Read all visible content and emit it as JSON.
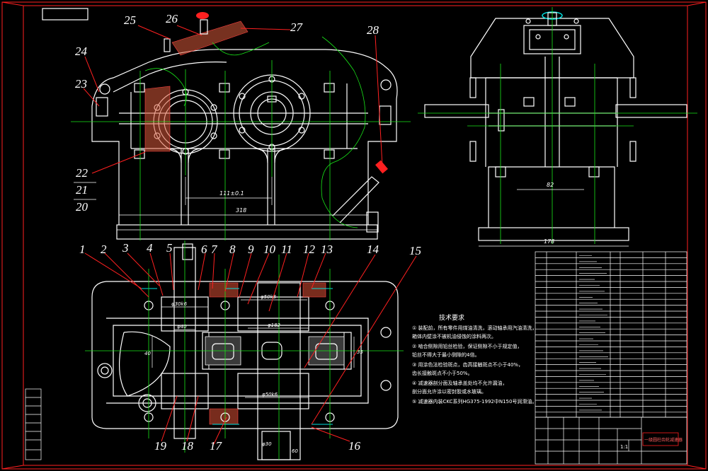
{
  "drawing": {
    "part_labels_top": [
      "25",
      "26",
      "27",
      "28",
      "24",
      "23",
      "22",
      "21",
      "20"
    ],
    "part_labels_bottom_row": [
      "1",
      "2",
      "3",
      "4",
      "5",
      "6",
      "7",
      "8",
      "9",
      "10",
      "11",
      "12",
      "13",
      "14",
      "15"
    ],
    "part_labels_bottom": [
      "19",
      "18",
      "17",
      "16"
    ],
    "dimensions": {
      "center_distance": "111±0.1",
      "width_front": "318",
      "side_width": "178",
      "side_inner": "82",
      "bearing_d1": "φ30k6",
      "bearing_d2": "φ50k6",
      "bearing_d3": "φ50k6",
      "shaft_d1": "φ40",
      "gear_d": "φ182",
      "height_a": "40",
      "height_b": "35",
      "bottom_d": "φ30",
      "bottom_len": "60"
    },
    "tech_requirements": {
      "title": "技术要求",
      "lines": [
        "① 装配前，所有零件用煤油清洗，滚动轴承用汽油清洗，",
        "   箱体内壁涂不被机油侵蚀的涂料两次。",
        "② 啮合侧隙用铅丝检验，保证侧隙不小于规定值，",
        "   铅丝不得大于最小侧隙的4倍。",
        "③ 用涂色法检验斑点，齿高接触斑点不小于40%，",
        "   齿长接触斑点不小于50%。",
        "④ 减速器剖分面及轴承盖处均不允许漏油，",
        "   剖分面允许涂以密封胶或水玻璃。",
        "⑤ 减速器内装CKC系列HG375-1992中N150号润滑油。"
      ]
    },
    "title_block": {
      "drawing_name": "一级圆柱齿轮减速器",
      "scale": "1:1"
    }
  },
  "colors": {
    "border": "#ff2020",
    "line": "#ffffff",
    "center": "#19e619",
    "seal": "#00e0e0"
  }
}
